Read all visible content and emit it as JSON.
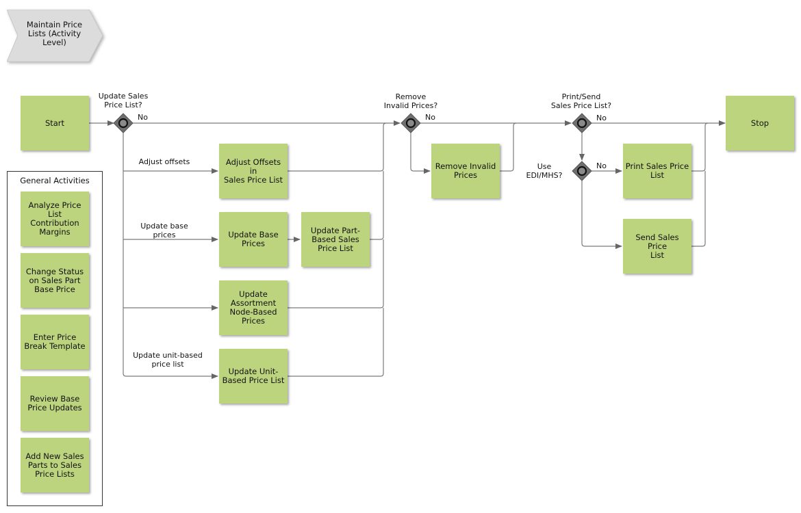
{
  "title": "Maintain Price\nLists (Activity\nLevel)",
  "group_title": "General Activities",
  "general_activities": [
    "Analyze Price\nList Contribution\nMargins",
    "Change Status\non Sales Part\nBase Price",
    "Enter Price\nBreak Template",
    "Review Base\nPrice Updates",
    "Add New Sales\nParts to Sales\nPrice Lists"
  ],
  "nodes": {
    "start": "Start",
    "stop": "Stop",
    "adjust_offsets": "Adjust Offsets in\nSales Price List",
    "update_base_prices": "Update Base\nPrices",
    "update_part_based": "Update Part-\nBased Sales\nPrice List",
    "update_assortment": "Update\nAssortment\nNode-Based\nPrices",
    "update_unit_based": "Update Unit-\nBased Price List",
    "remove_invalid": "Remove Invalid\nPrices",
    "print_sales": "Print Sales Price\nList",
    "send_sales": "Send Sales Price\nList"
  },
  "gateways": {
    "update_sales": "Update Sales\nPrice List?",
    "remove_invalid": "Remove\nInvalid Prices?",
    "print_send": "Print/Send\nSales Price List?",
    "use_edi": "Use\nEDI/MHS?"
  },
  "edge_labels": {
    "no1": "No",
    "no2": "No",
    "no3": "No",
    "no4": "No",
    "adjust_offsets": "Adjust offsets",
    "update_base": "Update base\nprices",
    "update_unit": "Update unit-based\nprice list"
  }
}
